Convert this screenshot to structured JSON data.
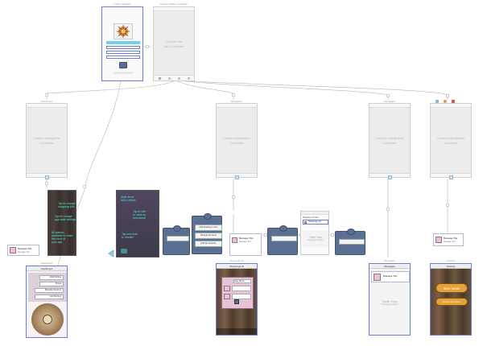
{
  "scenes": {
    "login": {
      "title": "Login Controller"
    },
    "custom_tabbar": {
      "title": "Custom Tabbar Controller",
      "label_line1": "Custom Tab",
      "label_line2": "bar Controller"
    },
    "nav_dashboard": {
      "title": "Dashboard",
      "label_line1": "Custom Navigation",
      "label_line2": "Controller"
    },
    "nav_navigation": {
      "title": "Navigation",
      "label_line1": "Custom Navigation",
      "label_line2": "Controller"
    },
    "nav_messages": {
      "title": "Messages",
      "label_line1": "Custom Navigation",
      "label_line2": "Controller"
    },
    "nav_settings": {
      "title": "Settings",
      "label_line1": "Custom Navigation",
      "label_line2": "Controller"
    },
    "dashboard": {
      "title": "Dashboard",
      "header": "Dashboard",
      "menu_items": [
        "Wall Fishing",
        "Shops",
        "Barcode Scanner",
        "Get Recipes"
      ]
    },
    "shopping_list": {
      "title": "Shopping List",
      "header": "Shopping List",
      "item_label": "Item Name"
    },
    "messages": {
      "title": "Messages",
      "header": "Messages",
      "message_title": "Message Title",
      "table_line1": "Table View",
      "table_line2": "Prototype Content"
    },
    "settings": {
      "title": "Settings",
      "header": "Settings",
      "buy_now": "BUY NOW",
      "restore": "Restore Purchases"
    },
    "tutorial_nav": {
      "annotations": [
        "Tap to change",
        "shopping lists",
        "Tap to change",
        "app wide settings",
        "All options",
        "available to make",
        "the most of",
        "your app"
      ]
    },
    "tutorial_list": {
      "annotations": [
        "Slide items",
        "left to delete",
        "Tap to edit",
        "or mark as",
        "purchased",
        "Tap and hold",
        "to reorder"
      ]
    },
    "popups": {
      "options": [
        "Add heading or item",
        "Change list name",
        "Edit list contents"
      ],
      "shopping_header": "Shopping List Item",
      "table_line1": "Table View",
      "table_line2": "Prototype Content"
    },
    "message_preview_left": {
      "message_title": "Message Title",
      "sub": "Message Text"
    },
    "message_preview_right": {
      "message_title": "Message Title",
      "sub": "Message Text"
    }
  },
  "colors": {
    "selection": "#6b7fd6",
    "connector": "#b0b0b0",
    "accent_cyan": "#4ee6d8",
    "popup_blue": "#5b6f93",
    "button_orange": "#e6a23a"
  }
}
